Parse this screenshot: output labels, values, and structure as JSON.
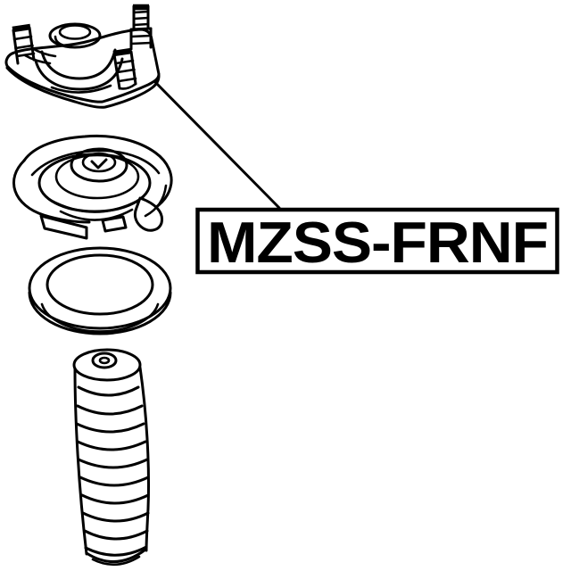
{
  "diagram": {
    "type": "exploded-parts-diagram",
    "label_box": {
      "text": "MZSS-FRNF",
      "border_color": "#000000",
      "text_color": "#000000",
      "background": "#ffffff"
    },
    "colors": {
      "line": "#000000",
      "background": "#ffffff"
    },
    "parts": [
      "strut-mount",
      "bearing-spring-seat",
      "ring-gasket",
      "dust-boot-bellows"
    ],
    "leader_line": "connects strut-mount to label box"
  }
}
